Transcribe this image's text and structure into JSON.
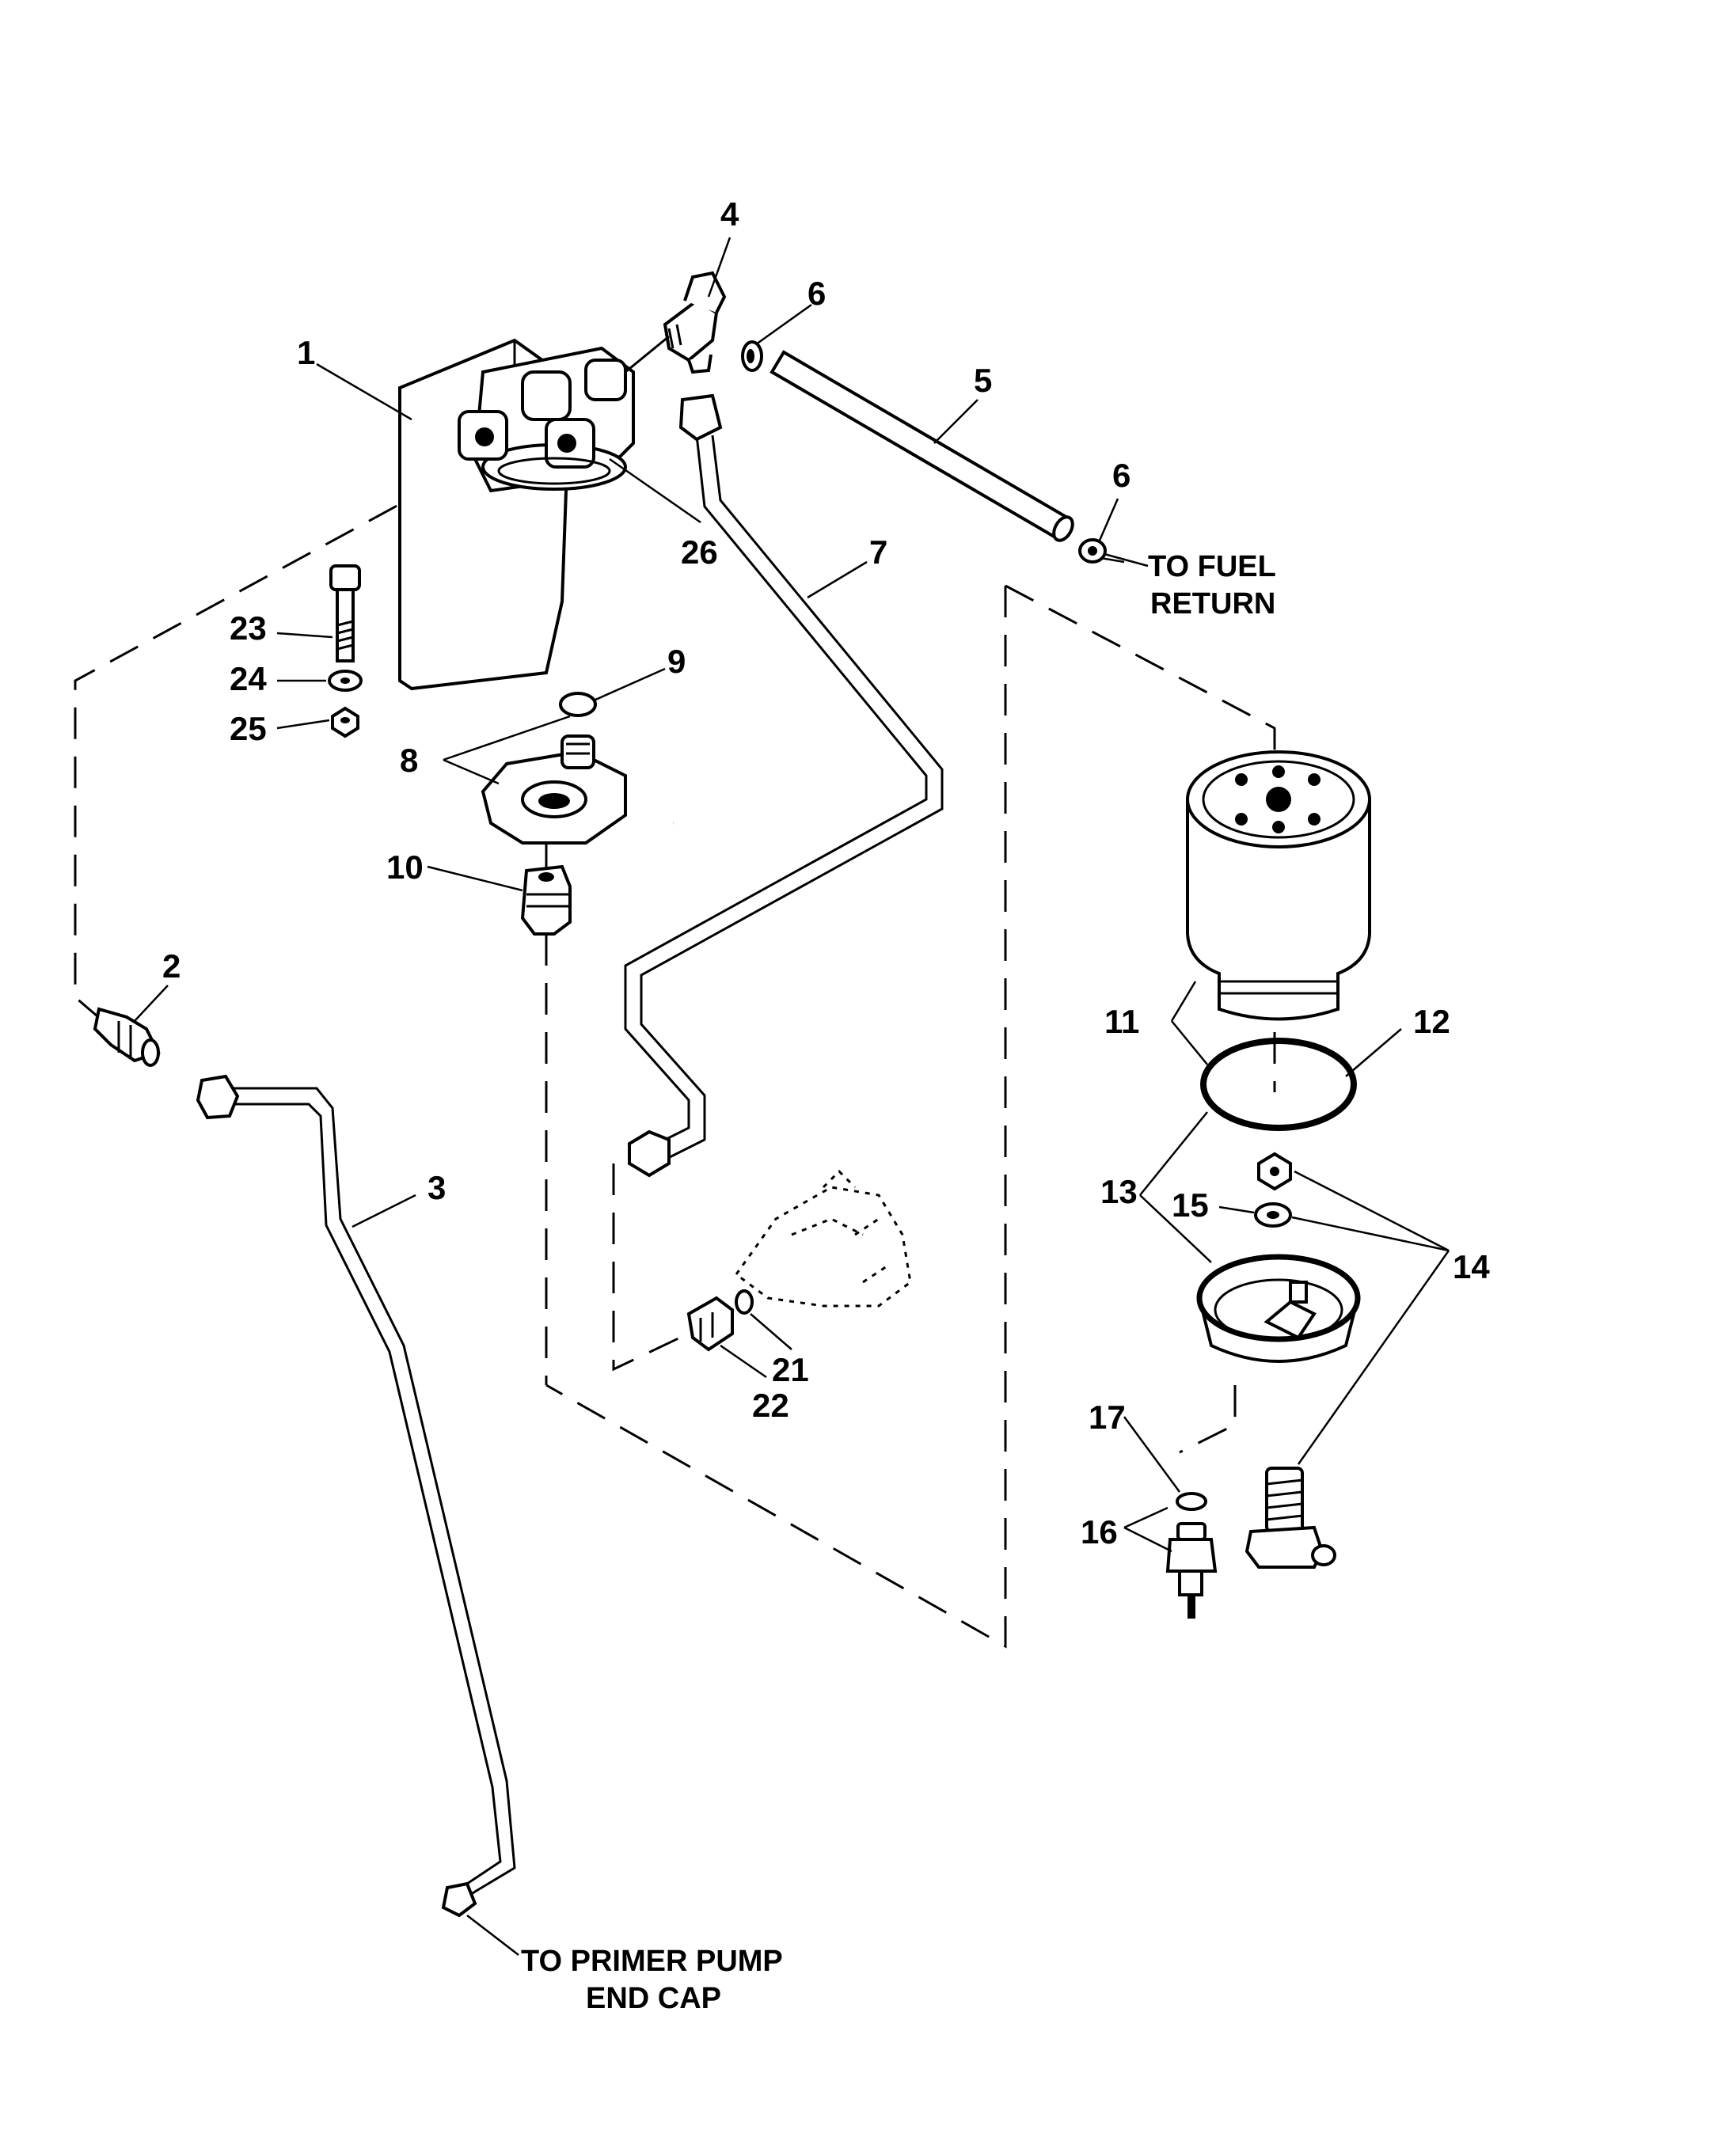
{
  "callouts": {
    "c1": "1",
    "c2": "2",
    "c3": "3",
    "c4": "4",
    "c5": "5",
    "c6a": "6",
    "c6b": "6",
    "c7": "7",
    "c8": "8",
    "c9": "9",
    "c10": "10",
    "c11": "11",
    "c12": "12",
    "c13": "13",
    "c14": "14",
    "c15": "15",
    "c16": "16",
    "c17": "17",
    "c21": "21",
    "c22": "22",
    "c23": "23",
    "c24": "24",
    "c25": "25",
    "c26": "26"
  },
  "notes": {
    "fuel_return_line1": "TO FUEL",
    "fuel_return_line2": "RETURN",
    "primer_line1": "TO PRIMER PUMP",
    "primer_line2": "END CAP"
  }
}
